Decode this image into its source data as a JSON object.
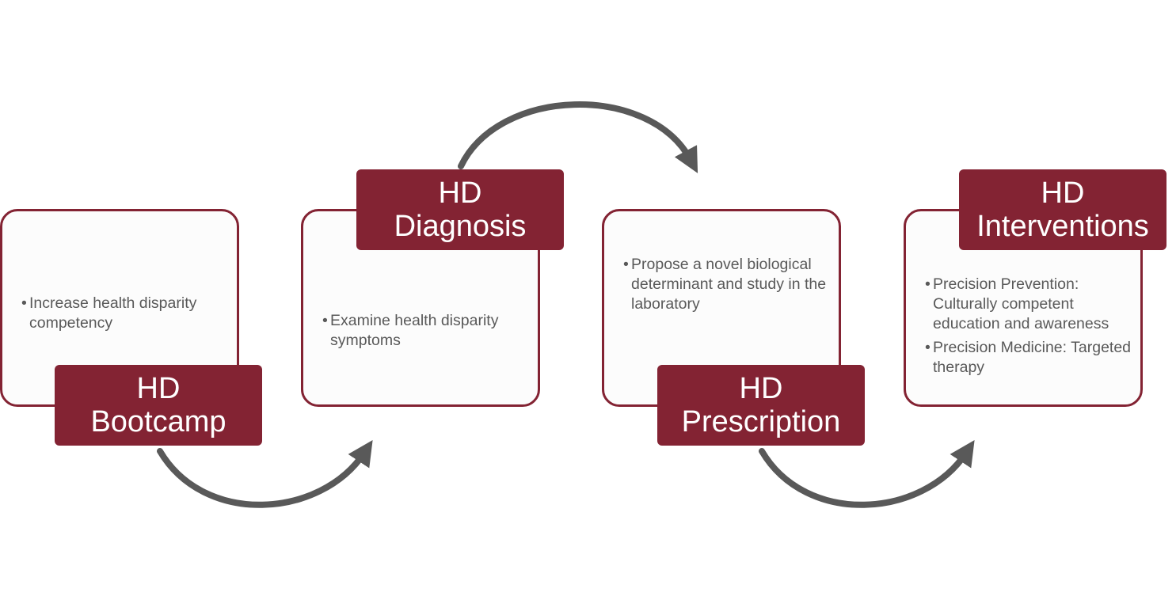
{
  "steps": [
    {
      "title_line1": "HD",
      "title_line2": "Bootcamp",
      "bullets": [
        "Increase health disparity competency"
      ]
    },
    {
      "title_line1": "HD",
      "title_line2": "Diagnosis",
      "bullets": [
        "Examine health disparity symptoms"
      ]
    },
    {
      "title_line1": "HD",
      "title_line2": "Prescription",
      "bullets": [
        "Propose a novel biological determinant and study in the laboratory"
      ]
    },
    {
      "title_line1": "HD",
      "title_line2": "Interventions",
      "bullets": [
        "Precision Prevention: Culturally competent education and awareness",
        "Precision Medicine: Targeted therapy"
      ]
    }
  ],
  "colors": {
    "accent": "#832333",
    "arrow": "#595959",
    "text": "#595959",
    "card_bg": "#fcfcfc"
  }
}
